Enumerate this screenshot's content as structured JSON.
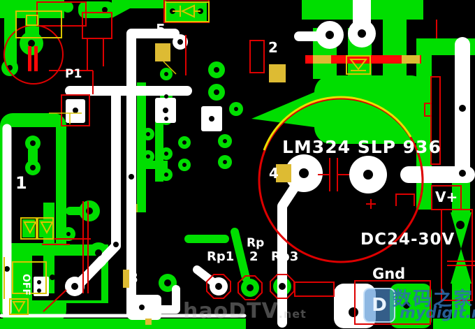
{
  "meta": {
    "description": "PCB copper layout with silkscreen for LM324 comparator board"
  },
  "colors": {
    "board": "#000000",
    "copper": "#00de00",
    "trace_white": "#ffffff",
    "silk_red": "#dd0000",
    "bar_red": "#ff0808",
    "silk_yellow": "#d9c400",
    "pad_gold": "#ddbb33",
    "circle_yellow": "#e8e000",
    "watermark_blue": "#2a6db3",
    "watermark_gray": "#bbbbbb"
  },
  "labels": {
    "pin1": "1",
    "pin2": "2",
    "pin3": "3",
    "pin4": "4",
    "pin5": "5",
    "p1": "P1",
    "ic": "LM324 SLP 936",
    "rp1": "Rp1",
    "rp2_top": "Rp",
    "rp2_bottom": "2",
    "rp3": "Rp3",
    "off": "OFF",
    "vplus": "V+",
    "supply": "DC24-30V",
    "gnd": "Gnd"
  },
  "watermarks": {
    "center_text": "haoDTV",
    "center_suffix": ".net",
    "site_name": "数码之家",
    "site_url": "mydigit.net",
    "logo_glyph": "D"
  }
}
